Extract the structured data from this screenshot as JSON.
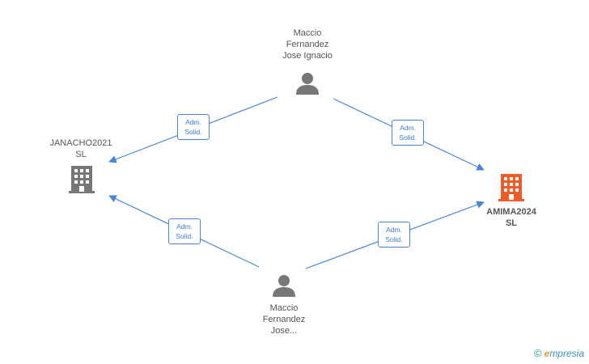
{
  "nodes": {
    "person_top": {
      "label": "Maccio\nFernandez\nJose Ignacio",
      "icon": "person-icon"
    },
    "person_bottom": {
      "label": "Maccio\nFernandez\nJose...",
      "icon": "person-icon"
    },
    "company_left": {
      "label": "JANACHO2021\nSL",
      "icon": "building-icon"
    },
    "company_right": {
      "label": "AMIMA2024\nSL",
      "icon": "building-icon"
    }
  },
  "edges": [
    {
      "from": "person_top",
      "to": "company_left",
      "label": "Adm.\nSolid."
    },
    {
      "from": "person_top",
      "to": "company_right",
      "label": "Adm.\nSolid."
    },
    {
      "from": "person_bottom",
      "to": "company_left",
      "label": "Adm.\nSolid."
    },
    {
      "from": "person_bottom",
      "to": "company_right",
      "label": "Adm.\nSolid."
    }
  ],
  "colors": {
    "edge": "#4a86d6",
    "person_icon": "#777777",
    "building_left": "#777777",
    "building_right": "#f05a24"
  },
  "brand": {
    "symbol": "©",
    "initial": "e",
    "rest": "mpresia"
  }
}
